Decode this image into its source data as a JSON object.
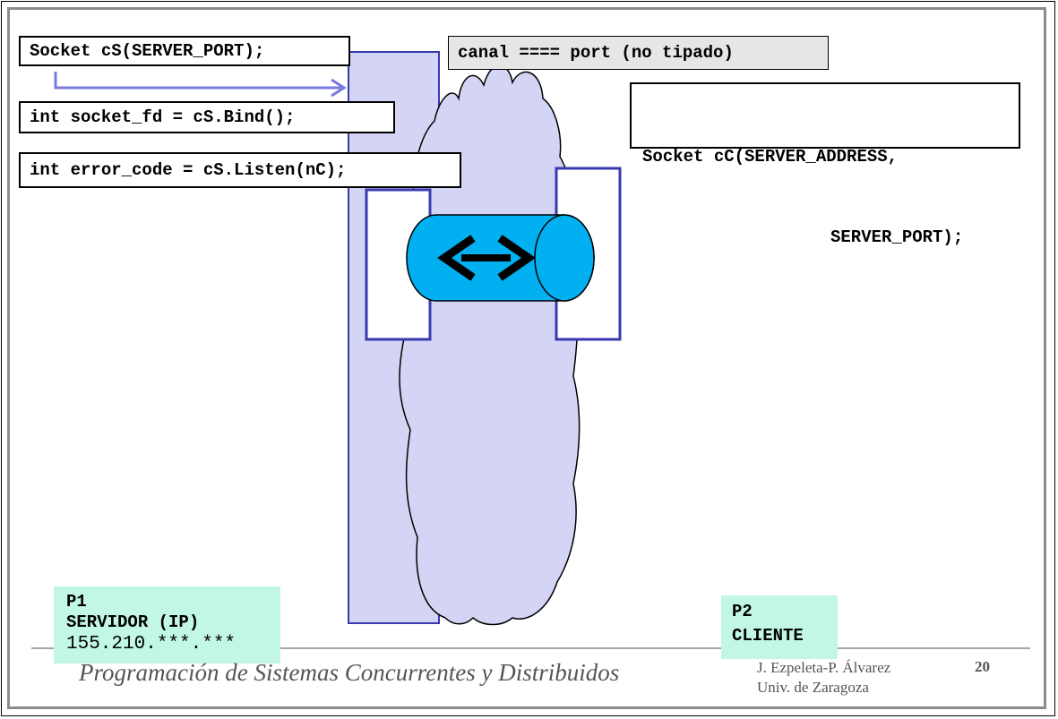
{
  "code": {
    "socket_server": "Socket cS(SERVER_PORT);",
    "bind": "int socket_fd = cS.Bind();",
    "listen": "int error_code = cS.Listen(nC);",
    "channel_note": "canal ==== port (no tipado)",
    "socket_client_line1": "Socket cC(SERVER_ADDRESS,",
    "socket_client_line2": "SERVER_PORT);"
  },
  "labels": {
    "p1_id": "P1",
    "p1_role": "SERVIDOR (IP)",
    "p1_ip": "155.210.***.***",
    "p2_id": "P2",
    "p2_role": "CLIENTE"
  },
  "footer": {
    "title": "Programación de Sistemas Concurrentes y Distribuidos",
    "author_line1": "J. Ezpeleta-P. Álvarez",
    "author_line2": "Univ. de Zaragoza",
    "page_number": "20"
  },
  "colors": {
    "process_fill": "#d4d4f4",
    "process_stroke": "#3a3ab0",
    "cloud_fill": "#d4d4f4",
    "channel_fill": "#00b0f0",
    "label_fill": "#c2f7e8",
    "arrow_color": "#7a7ae0"
  },
  "icons": {
    "channel": "bidirectional-arrow-icon"
  }
}
